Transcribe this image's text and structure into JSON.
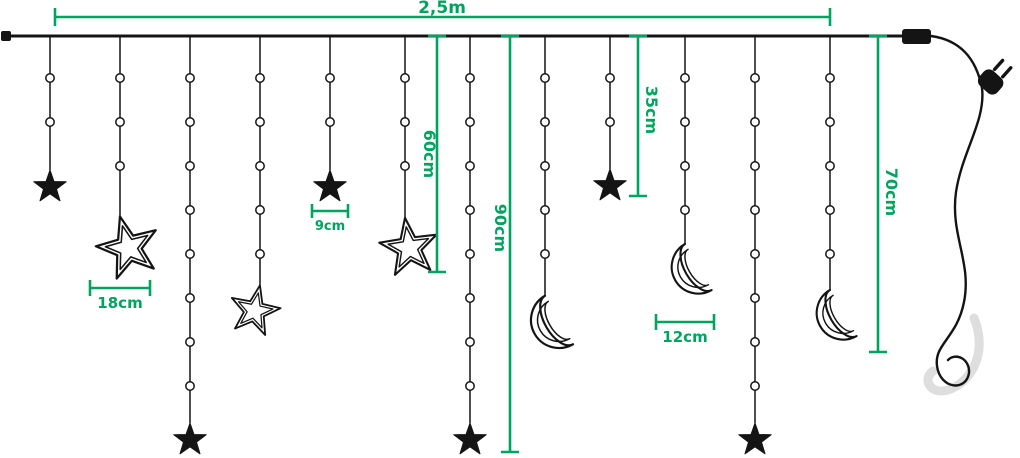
{
  "title": "Light curtain dimensions diagram",
  "colors": {
    "accent_green": "#00a45e",
    "wire_black": "#141414",
    "watermark_gray": "#dedede"
  },
  "dimensions": {
    "total_width": "2,5m",
    "drop_60": "60cm",
    "drop_90": "90cm",
    "drop_35": "35cm",
    "drop_70": "70cm",
    "large_star": "18cm",
    "small_star": "9cm",
    "moon": "12cm"
  },
  "icons": {
    "plug": "eu-power-plug-icon",
    "bulb": "led-bulb-icon",
    "ornaments": [
      "small-star",
      "large-star",
      "moon"
    ]
  },
  "strands": [
    {
      "ornament": "small-star"
    },
    {
      "ornament": "large-star"
    },
    {
      "ornament": "small-star"
    },
    {
      "ornament": "large-star"
    },
    {
      "ornament": "small-star"
    },
    {
      "ornament": "large-star"
    },
    {
      "ornament": "small-star"
    },
    {
      "ornament": "moon"
    },
    {
      "ornament": "small-star"
    },
    {
      "ornament": "moon"
    },
    {
      "ornament": "small-star"
    },
    {
      "ornament": "moon"
    }
  ]
}
